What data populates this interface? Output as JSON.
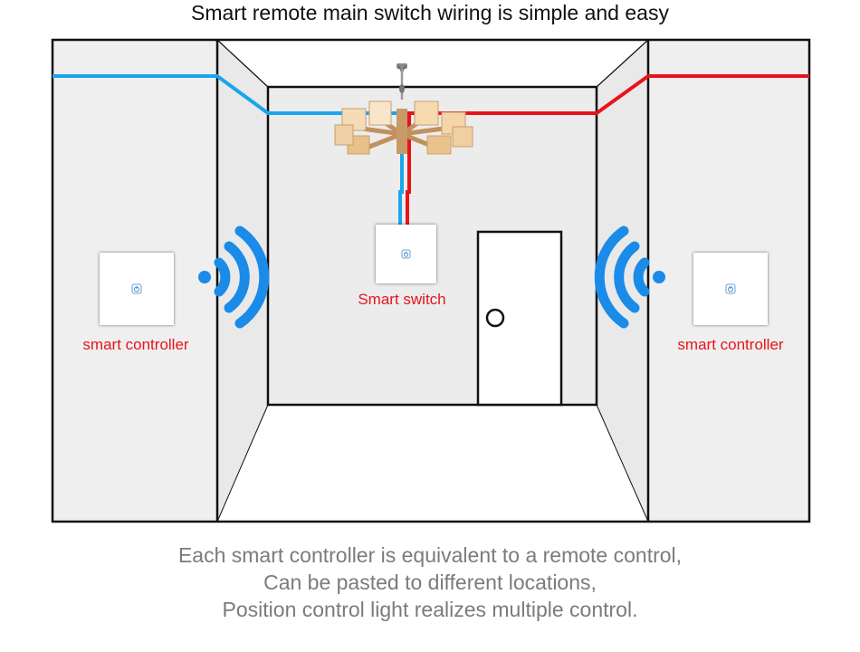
{
  "title": "Smart remote main switch wiring is simple and easy",
  "labels": {
    "left_controller": "smart controller",
    "center_switch": "Smart switch",
    "right_controller": "smart controller"
  },
  "caption": [
    "Each smart controller is equivalent to a remote control,",
    "Can be pasted to different locations,",
    "Position control light realizes multiple control."
  ],
  "colors": {
    "wire_blue": "#1aa5ec",
    "wire_red": "#e8141c",
    "wifi_blue": "#1a8be8",
    "wall": "#efefef",
    "outline": "#111111"
  },
  "icons": [
    "power-icon",
    "wifi-signal-icon",
    "chandelier-icon",
    "door-knob-icon"
  ]
}
